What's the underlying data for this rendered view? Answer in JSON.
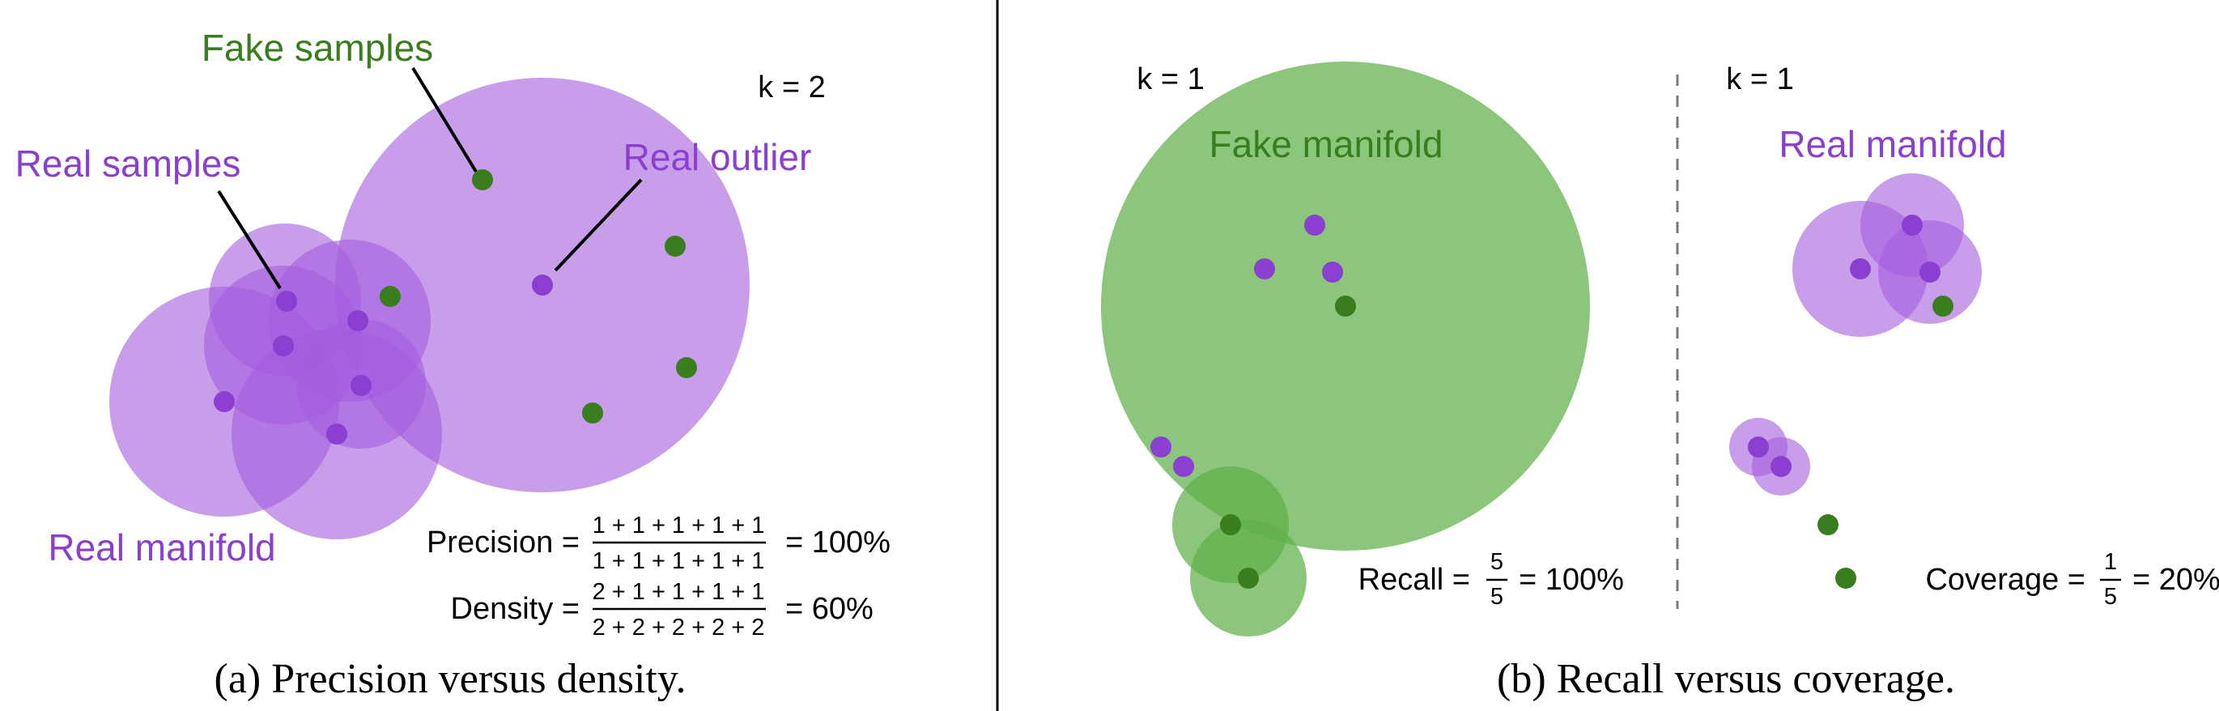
{
  "colors": {
    "real": "#8a3fd1",
    "real_fill": "#a35ddd",
    "fake": "#3a7d1f",
    "fake_fill": "#5fb049",
    "text": "#000000"
  },
  "panel_a": {
    "labels": {
      "fake_samples": "Fake samples",
      "real_samples": "Real samples",
      "real_outlier": "Real outlier",
      "real_manifold": "Real manifold",
      "k": "k = 2"
    },
    "precision": {
      "label": "Precision =",
      "numerator": "1 + 1 + 1 + 1 + 1",
      "denominator": "1 + 1 + 1 + 1 + 1",
      "result": "= 100%"
    },
    "density": {
      "label": "Density =",
      "numerator": "2 + 1 + 1 + 1 + 1",
      "denominator": "2 + 2 + 2 + 2 + 2",
      "result": "= 60%"
    },
    "caption": "(a) Precision versus density."
  },
  "panel_b": {
    "left": {
      "k": "k = 1",
      "manifold_label": "Fake manifold",
      "recall": {
        "label": "Recall =",
        "numerator": "5",
        "denominator": "5",
        "result": "= 100%"
      }
    },
    "right": {
      "k": "k = 1",
      "manifold_label": "Real manifold",
      "coverage": {
        "label": "Coverage =",
        "numerator": "1",
        "denominator": "5",
        "result": "= 20%"
      }
    },
    "caption": "(b) Recall versus coverage."
  }
}
